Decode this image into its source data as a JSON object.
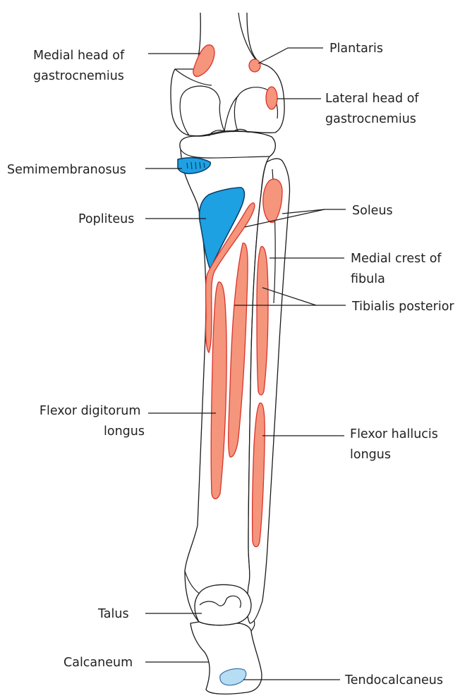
{
  "labels": {
    "medial_head_gastrocnemius": [
      "Medial head of",
      "gastrocnemius"
    ],
    "plantaris": "Plantaris",
    "lateral_head_gastrocnemius": [
      "Lateral head of",
      "gastrocnemius"
    ],
    "semimembranosus": "Semimembranosus",
    "popliteus": "Popliteus",
    "soleus": "Soleus",
    "medial_crest_fibula": [
      "Medial crest of",
      "fibula"
    ],
    "tibialis_posterior": "Tibialis posterior",
    "flexor_digitorum_longus": [
      "Flexor digitorum",
      "longus"
    ],
    "flexor_hallucis_longus": [
      "Flexor hallucis",
      "longus"
    ],
    "talus": "Talus",
    "calcaneum": "Calcaneum",
    "tendocalcaneus": "Tendocalcaneus"
  },
  "colors": {
    "muscle_origin_fill": "#F4957C",
    "muscle_origin_stroke": "#D9332A",
    "muscle_insertion_fill": "#1DA1E2",
    "muscle_insertion_stroke": "#0D3C66",
    "tendon_fill": "#B7DDF4",
    "tendon_stroke": "#3F77A8",
    "bone_fill": "#FFFFFF",
    "outline": "#1A1A1A"
  }
}
